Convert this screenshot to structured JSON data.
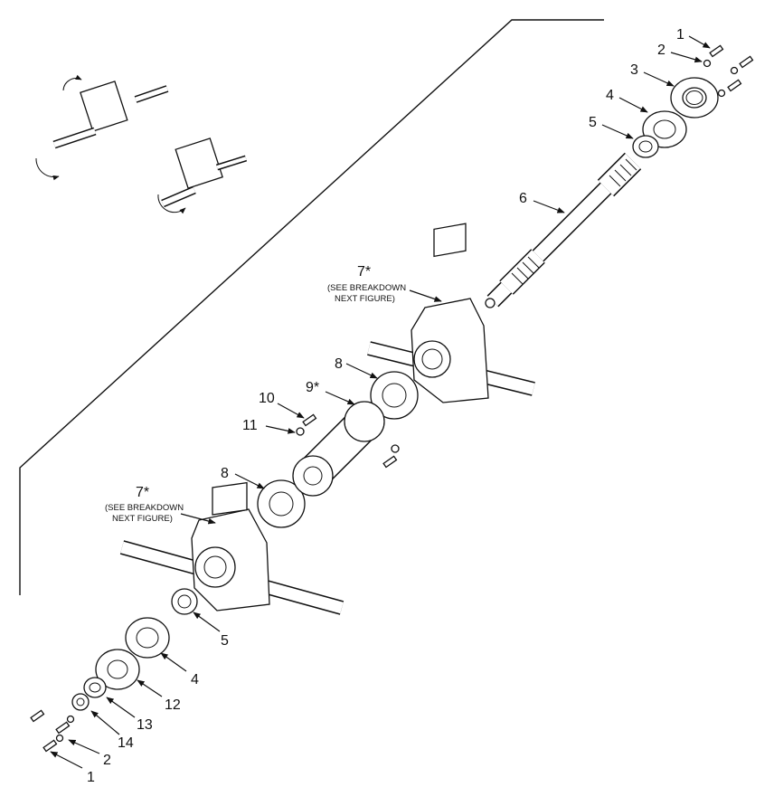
{
  "labels": {
    "top_1": "1",
    "top_2": "2",
    "top_3": "3",
    "top_4": "4",
    "top_5": "5",
    "shaft_6": "6",
    "gearbox_upper": "7*",
    "gearbox_lower": "7*",
    "gasket_upper_8": "8",
    "gasket_lower_8": "8",
    "coupler_9": "9*",
    "bolt_10": "10",
    "nut_11": "11",
    "bot_5": "5",
    "bot_4": "4",
    "bot_12": "12",
    "bot_13": "13",
    "bot_14": "14",
    "bot_2": "2",
    "bot_1": "1"
  },
  "notes": {
    "upper_line1": "(SEE BREAKDOWN",
    "upper_line2": "NEXT FIGURE)",
    "lower_line1": "(SEE BREAKDOWN",
    "lower_line2": "NEXT FIGURE)"
  }
}
